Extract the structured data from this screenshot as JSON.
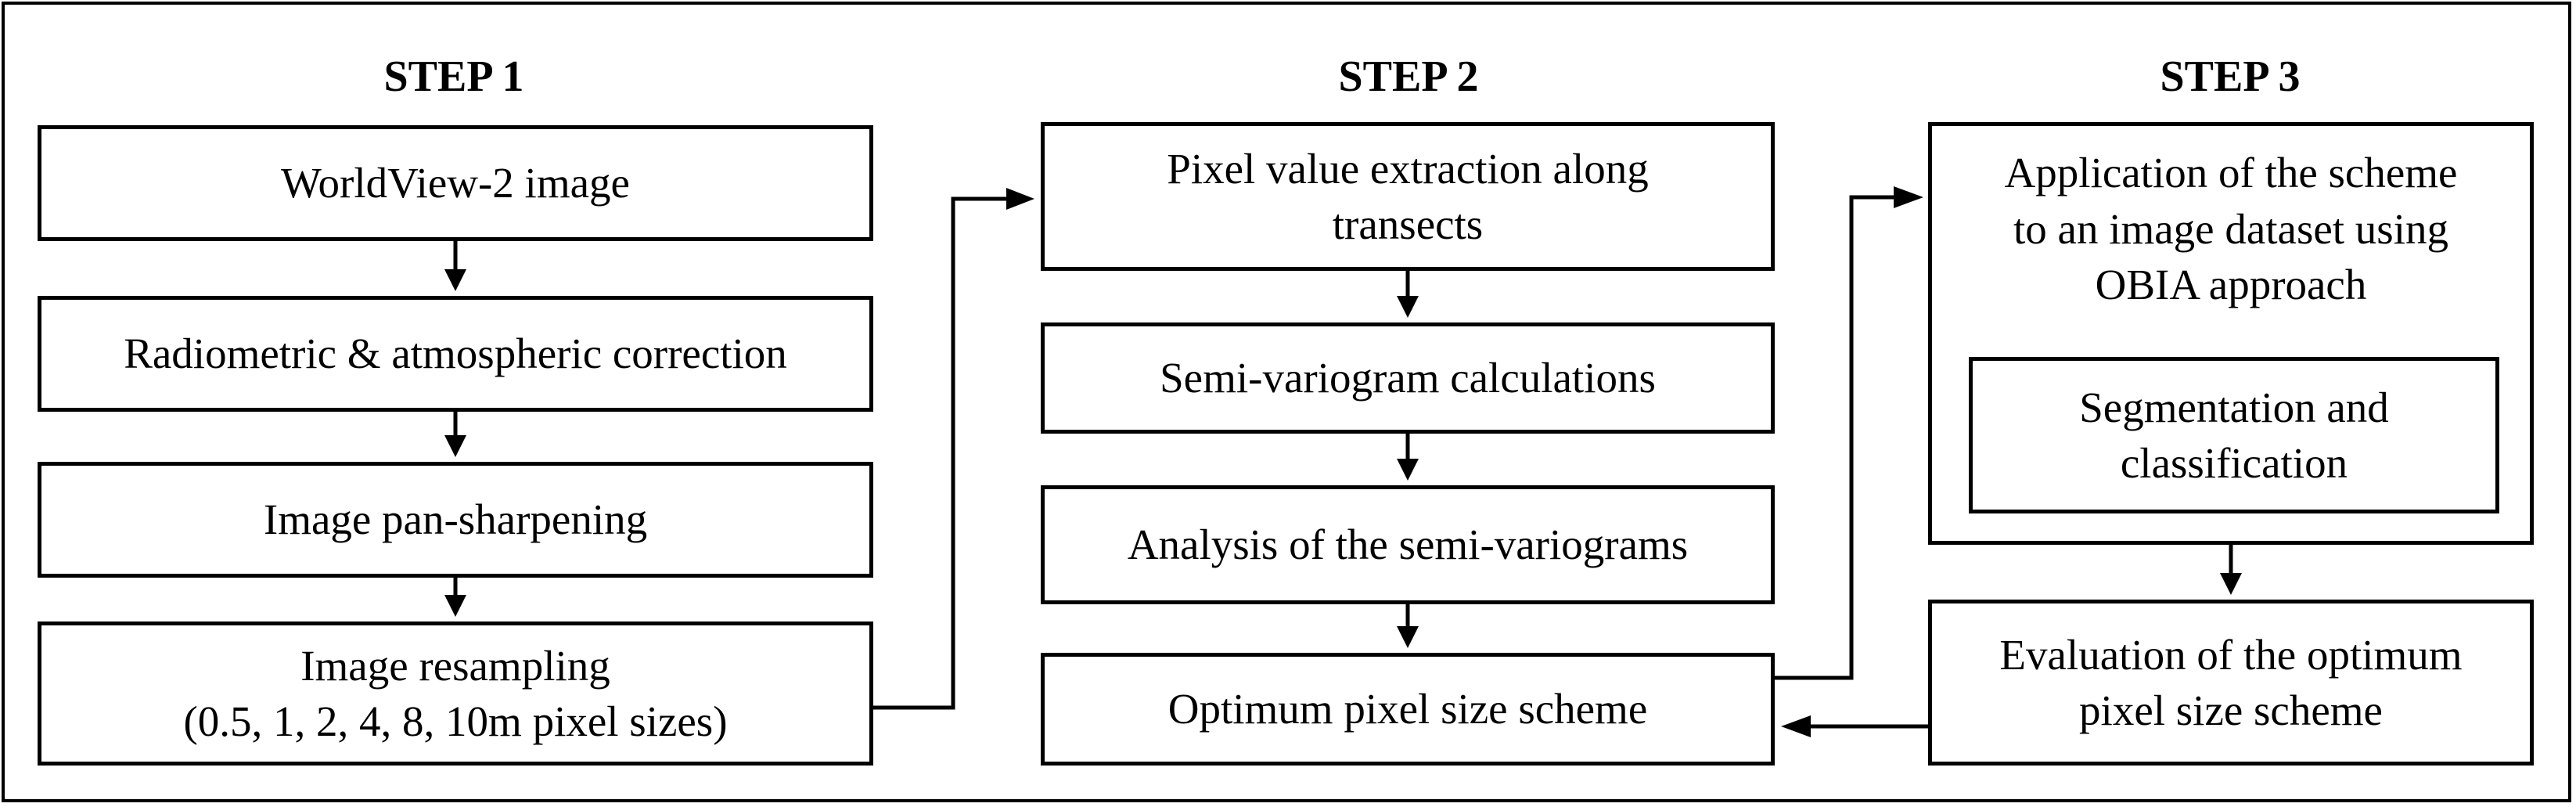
{
  "steps": [
    {
      "title": "STEP 1",
      "boxes": [
        "WorldView-2 image",
        "Radiometric & atmospheric correction",
        "Image pan-sharpening",
        "Image resampling\n(0.5, 1, 2, 4, 8, 10m pixel sizes)"
      ]
    },
    {
      "title": "STEP 2",
      "boxes": [
        "Pixel value extraction along\ntransects",
        "Semi-variogram calculations",
        "Analysis of the semi-variograms",
        "Optimum pixel size scheme"
      ]
    },
    {
      "title": "STEP 3",
      "boxes": [
        "Application of the scheme\nto an image dataset using\nOBIA approach",
        "Segmentation and\nclassification",
        "Evaluation of the optimum\npixel size scheme"
      ]
    }
  ]
}
